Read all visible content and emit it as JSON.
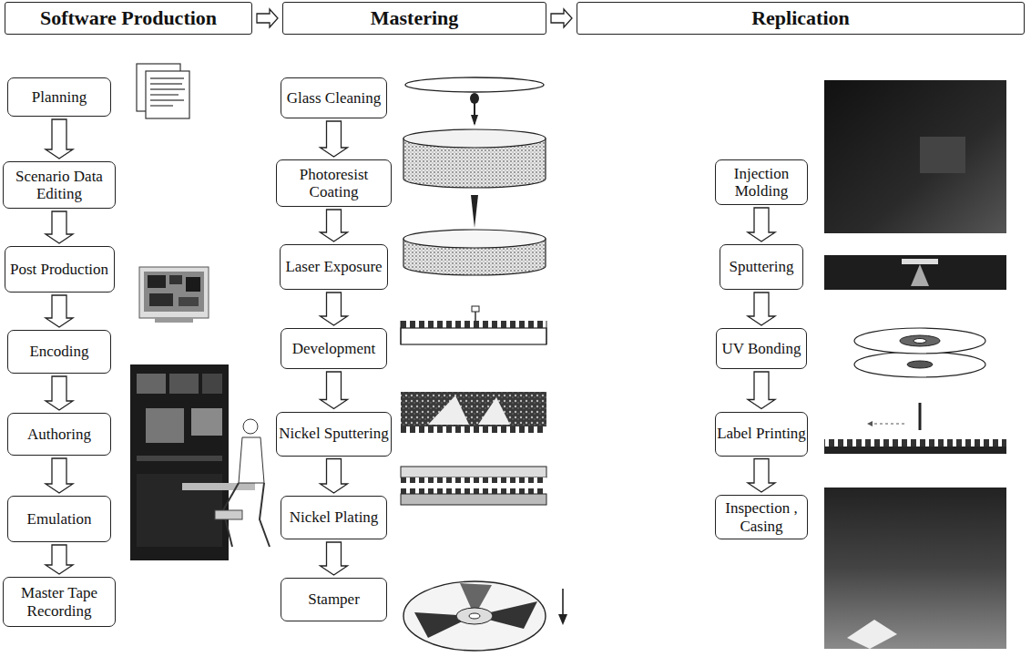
{
  "diagram": {
    "nodes": [
      {
        "text": [
          "Software Production"
        ]
      },
      {
        "text": [
          "Mastering"
        ]
      },
      {
        "text": [
          "Replication"
        ]
      },
      {
        "text": [
          "Planning"
        ]
      },
      {
        "text": [
          "Scenario Data Editing"
        ]
      },
      {
        "text": [
          "Post Production"
        ]
      },
      {
        "text": [
          "Encoding"
        ]
      },
      {
        "text": [
          "Authoring"
        ]
      },
      {
        "text": [
          "Emulation"
        ]
      },
      {
        "text": [
          "Master Tape Recording"
        ]
      },
      {
        "text": [
          "Glass Cleaning"
        ]
      },
      {
        "text": [
          "Photoresist Coating"
        ]
      },
      {
        "text": [
          "Laser Exposure"
        ]
      },
      {
        "text": [
          "Development"
        ]
      },
      {
        "text": [
          "Nickel Sputtering"
        ]
      },
      {
        "text": [
          "Nickel Plating"
        ]
      },
      {
        "text": [
          "Stamper"
        ]
      },
      {
        "text": [
          "Injection Molding"
        ]
      },
      {
        "text": [
          "Sputtering"
        ]
      },
      {
        "text": [
          "UV Bonding"
        ]
      },
      {
        "text": [
          "Label Printing"
        ]
      },
      {
        "text": [
          "Inspection , Casing"
        ]
      }
    ],
    "edges": [
      {
        "from": 0,
        "to": 1,
        "arrow": "to"
      },
      {
        "from": 1,
        "to": 2,
        "arrow": "to"
      },
      {
        "from": 3,
        "to": 4,
        "arrow": "to"
      },
      {
        "from": 4,
        "to": 5,
        "arrow": "to"
      },
      {
        "from": 5,
        "to": 6,
        "arrow": "to"
      },
      {
        "from": 6,
        "to": 7,
        "arrow": "to"
      },
      {
        "from": 7,
        "to": 8,
        "arrow": "to"
      },
      {
        "from": 8,
        "to": 9,
        "arrow": "to"
      },
      {
        "from": 10,
        "to": 11,
        "arrow": "to"
      },
      {
        "from": 11,
        "to": 12,
        "arrow": "to"
      },
      {
        "from": 12,
        "to": 13,
        "arrow": "to"
      },
      {
        "from": 13,
        "to": 14,
        "arrow": "to"
      },
      {
        "from": 14,
        "to": 15,
        "arrow": "to"
      },
      {
        "from": 15,
        "to": 16,
        "arrow": "to"
      },
      {
        "from": 17,
        "to": 18,
        "arrow": "to"
      },
      {
        "from": 18,
        "to": 19,
        "arrow": "to"
      },
      {
        "from": 19,
        "to": 20,
        "arrow": "to"
      },
      {
        "from": 20,
        "to": 21,
        "arrow": "to"
      }
    ]
  }
}
